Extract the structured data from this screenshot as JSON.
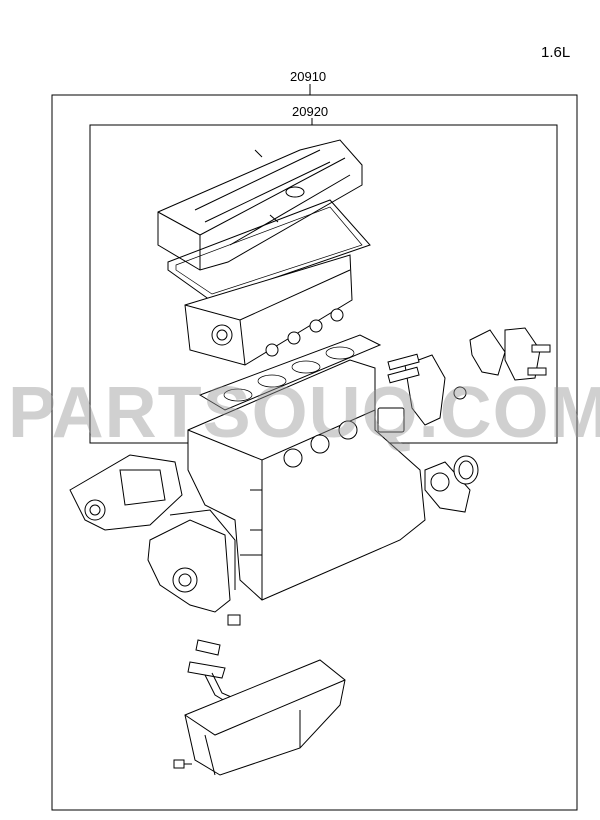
{
  "header": {
    "engine": "1.6L"
  },
  "kits": {
    "outer_part_no": "20910",
    "inner_part_no": "20920"
  },
  "watermark": {
    "text": "PARTSOUQ.COM"
  },
  "icons": {
    "diagram": "engine-gasket-kit-exploded-view"
  }
}
